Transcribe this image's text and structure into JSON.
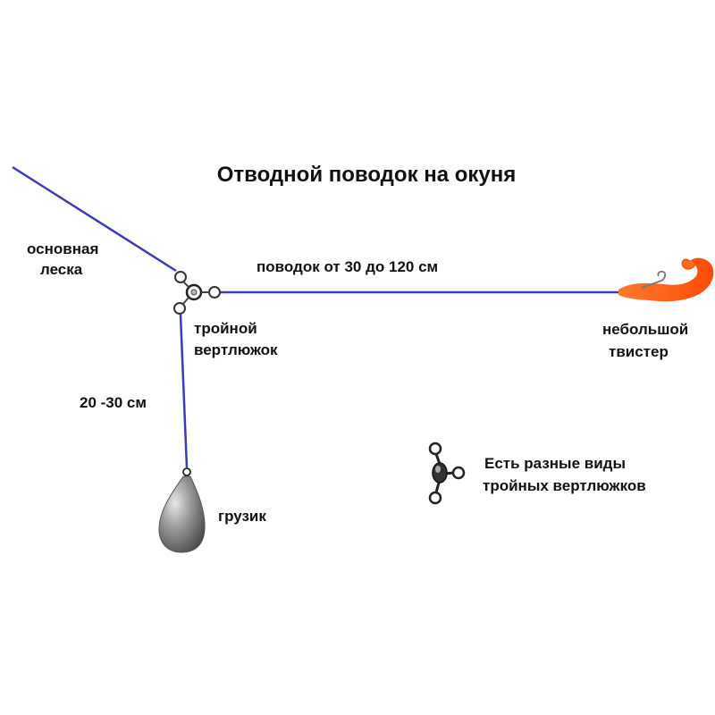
{
  "title": "Отводной поводок на окуня",
  "labels": {
    "main_line_1": "основная",
    "main_line_2": "леска",
    "leader": "поводок от 30 до 120 см",
    "swivel_1": "тройной",
    "swivel_2": "вертлюжок",
    "drop_length": "20 -30 см",
    "sinker": "грузик",
    "twister_1": "небольшой",
    "twister_2": "твистер",
    "note_1": "Есть разные виды",
    "note_2": "тройных вертлюжков"
  },
  "colors": {
    "line": "#3b3bb8",
    "twister": "#ff5a14",
    "sinker": "#8a8a8a",
    "text": "#111111"
  }
}
